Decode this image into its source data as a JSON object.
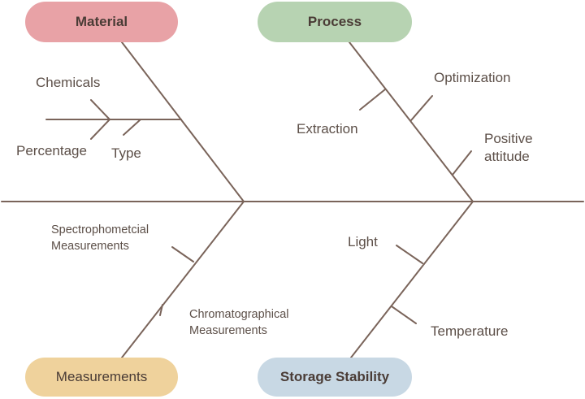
{
  "colors": {
    "line": "#7a645a",
    "material": "#e8a2a6",
    "process": "#b7d3b2",
    "measurements": "#efd29c",
    "storage": "#c8d8e4"
  },
  "categories": {
    "material": "Material",
    "process": "Process",
    "measurements": "Measurements",
    "storage": "Storage Stability"
  },
  "causes": {
    "chemicals": "Chemicals",
    "percentage": "Percentage",
    "type": "Type",
    "extraction": "Extraction",
    "optimization": "Optimization",
    "positive_1": "Positive",
    "positive_2": "attitude",
    "spectro_1": "Spectrophometcial",
    "spectro_2": "Measurements",
    "chroma_1": "Chromatographical",
    "chroma_2": "Measurements",
    "light": "Light",
    "temperature": "Temperature"
  }
}
